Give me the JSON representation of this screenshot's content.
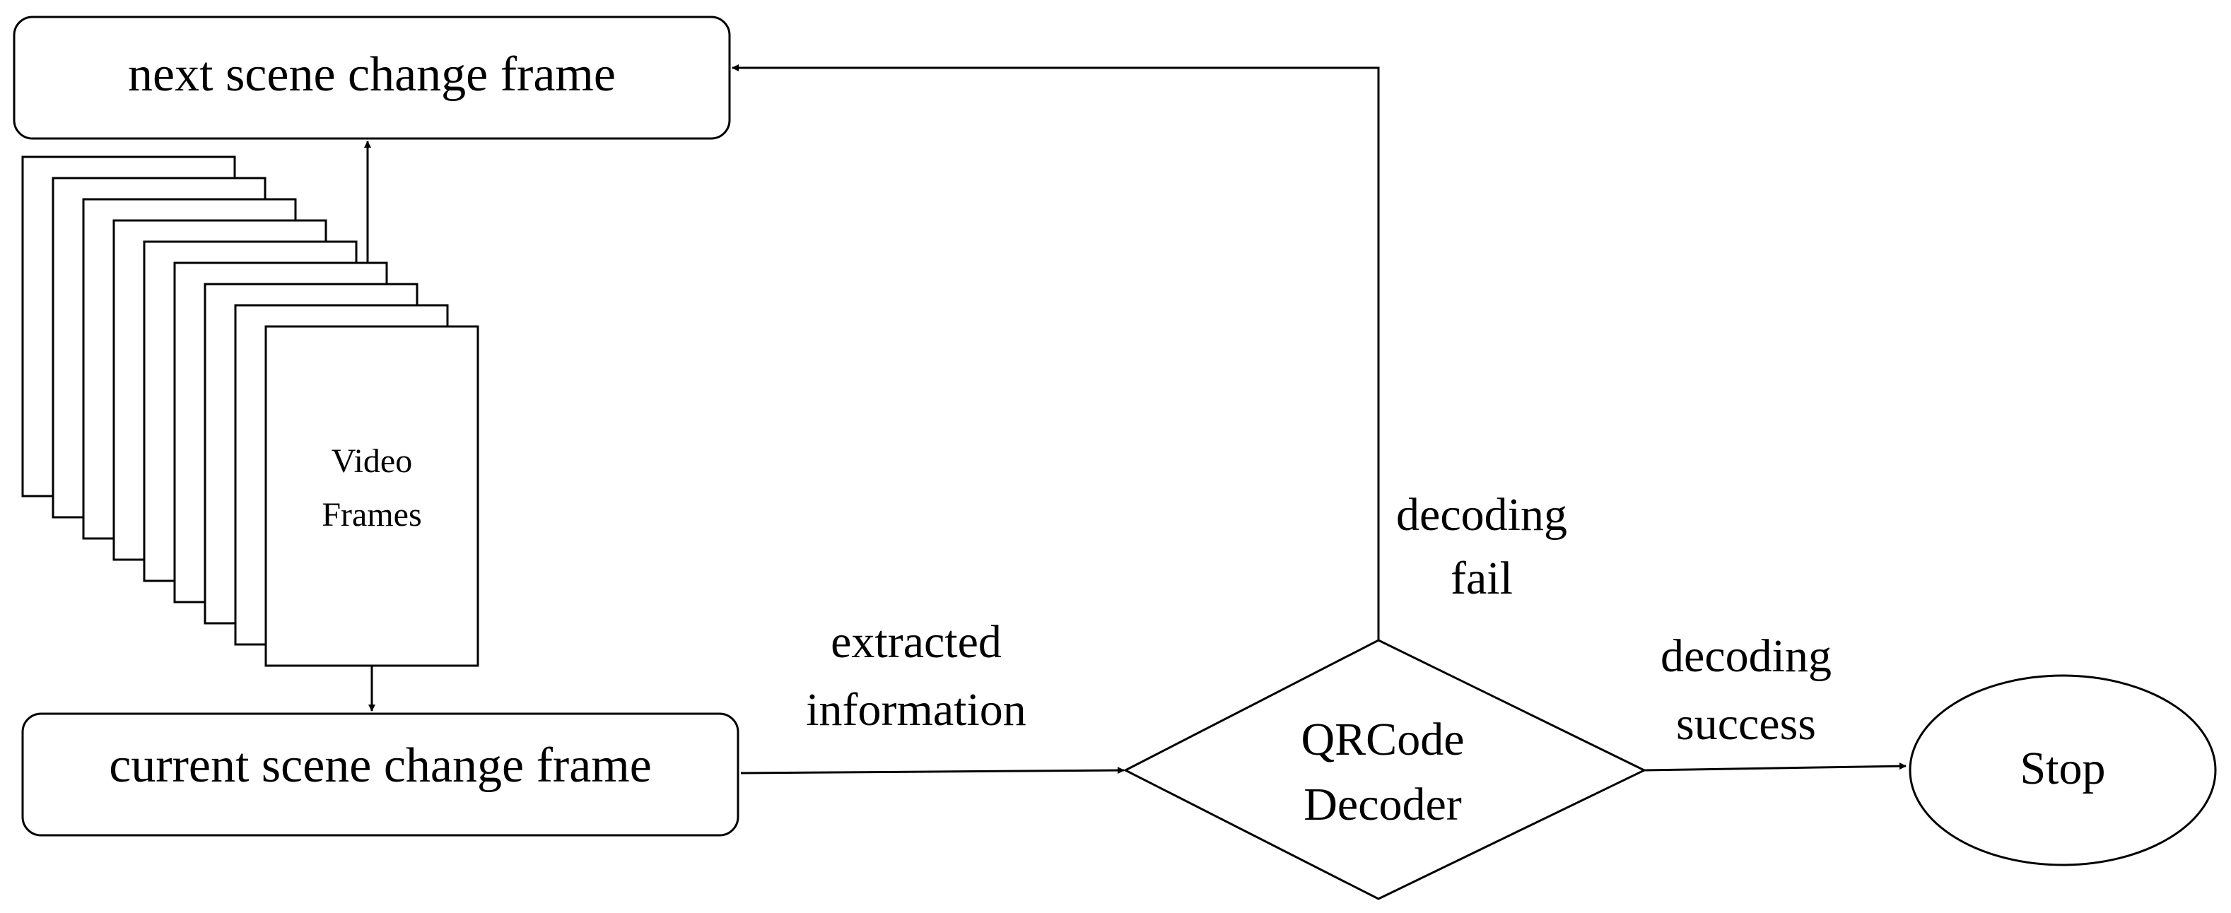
{
  "diagram": {
    "next_frame_label": "next scene change frame",
    "current_frame_label": "current scene change frame",
    "video_frames_line1": "Video",
    "video_frames_line2": "Frames",
    "extracted_line1": "extracted",
    "extracted_line2": "information",
    "decoder_line1": "QRCode",
    "decoder_line2": "Decoder",
    "fail_line1": "decoding",
    "fail_line2": "fail",
    "success_line1": "decoding",
    "success_line2": "success",
    "stop_label": "Stop"
  }
}
